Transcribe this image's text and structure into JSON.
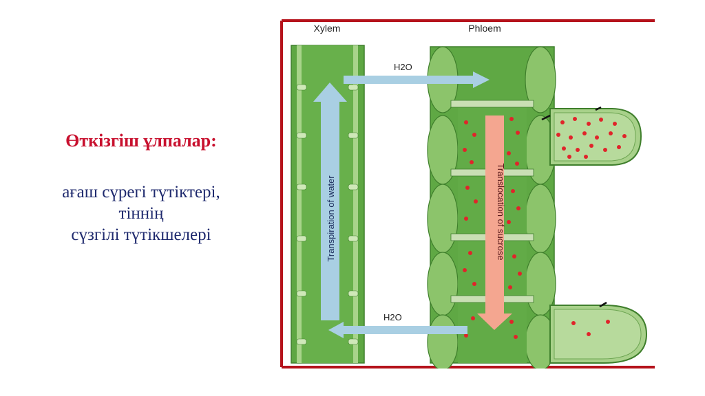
{
  "slide": {
    "heading": "Өткізгіш ұлпалар:",
    "lines": [
      "ағаш сүрегі түтіктері,",
      "тіннің",
      "сүзгілі түтікшелері"
    ]
  },
  "diagram": {
    "xylem_label": "Xylem",
    "phloem_label": "Phloem",
    "h2o_top": "H2O",
    "h2o_bottom": "H2O",
    "transpiration_label": "Transpiration of water",
    "translocation_label": "Translocation of sucrose",
    "colors": {
      "frame": "#b5121b",
      "vessel_green": "#5fa844",
      "light_green": "#9fcf7e",
      "water_arrow": "#a9cfe3",
      "sucrose_arrow": "#f4a690",
      "sucrose_dot": "#e0242a"
    }
  }
}
